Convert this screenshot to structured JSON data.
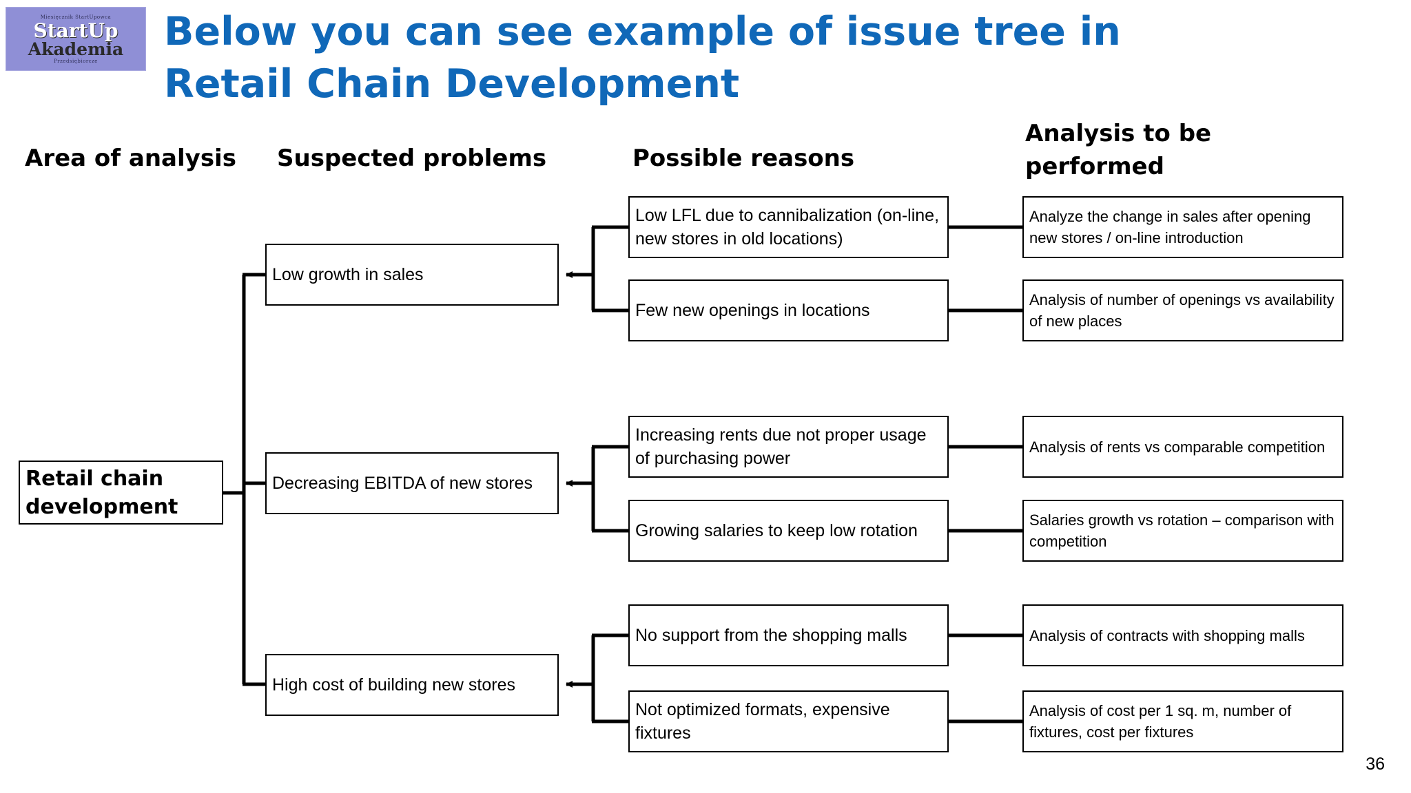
{
  "logo": {
    "tagline_top": "Miesięcznik StartUpowca",
    "line1": "StartUp",
    "line2": "Akademia",
    "tagline_bottom": "Przedsiębiorcze"
  },
  "title": "Below you can see example of issue tree in Retail Chain Development",
  "columns": {
    "area": "Area of analysis",
    "problems": "Suspected problems",
    "reasons": "Possible reasons",
    "analysis": "Analysis to be performed"
  },
  "root": "Retail chain development",
  "problems": [
    {
      "label": "Low growth in sales",
      "reasons": [
        {
          "reason": "Low LFL due to cannibalization (on-line, new stores in old locations)",
          "analysis": "Analyze the change in sales after opening new stores / on-line introduction"
        },
        {
          "reason": "Few new openings in locations",
          "analysis": "Analysis of number of openings vs availability of new places"
        }
      ]
    },
    {
      "label": "Decreasing EBITDA of new stores",
      "reasons": [
        {
          "reason": "Increasing rents due not proper usage of purchasing power",
          "analysis": "Analysis of rents vs comparable competition"
        },
        {
          "reason": "Growing salaries to keep low rotation",
          "analysis": "Salaries growth vs rotation – comparison with competition"
        }
      ]
    },
    {
      "label": "High cost of building new stores",
      "reasons": [
        {
          "reason": "No support from the shopping malls",
          "analysis": "Analysis of contracts with shopping malls"
        },
        {
          "reason": "Not optimized formats, expensive fixtures",
          "analysis": "Analysis of cost per 1 sq. m, number of fixtures, cost per fixtures"
        }
      ]
    }
  ],
  "page_number": "36"
}
